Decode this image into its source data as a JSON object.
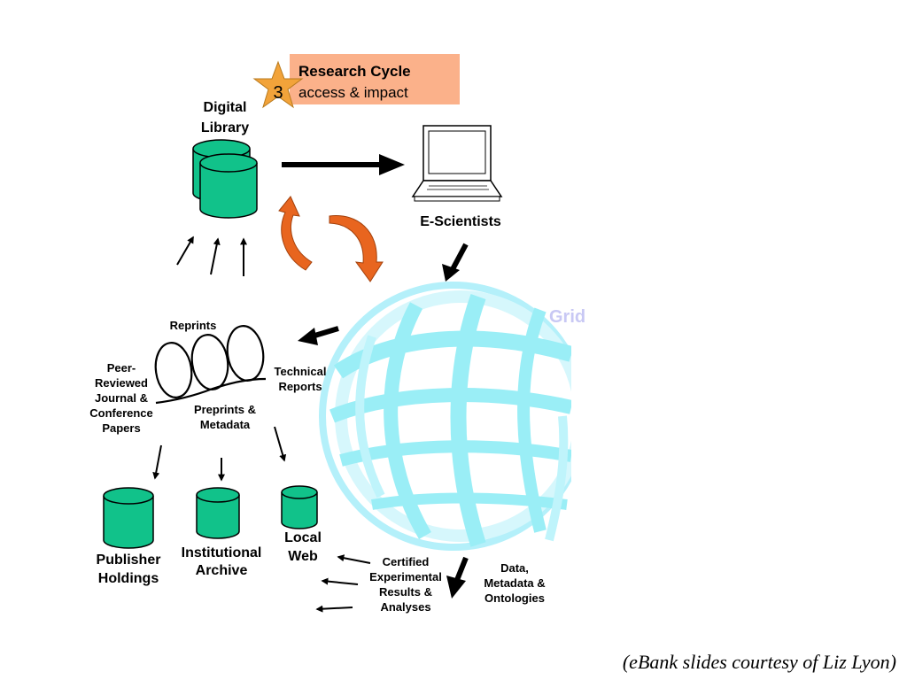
{
  "research_cycle": {
    "step_number": "3",
    "title": "Research Cycle",
    "subtitle": "access & impact"
  },
  "nodes": {
    "digital_library": [
      "Digital",
      "Library"
    ],
    "e_scientists": "E-Scientists",
    "grid": "Grid",
    "reprints": "Reprints",
    "peer_reviewed": [
      "Peer-",
      "Reviewed",
      "Journal &",
      "Conference",
      "Papers"
    ],
    "technical_reports": [
      "Technical",
      "Reports"
    ],
    "preprints": [
      "Preprints &",
      "Metadata"
    ],
    "publisher_holdings": [
      "Publisher",
      "Holdings"
    ],
    "institutional_archive": [
      "Institutional",
      "Archive"
    ],
    "local_web": [
      "Local",
      "Web"
    ],
    "certified_results": [
      "Certified",
      "Experimental",
      "Results &",
      "Analyses"
    ],
    "data_metadata": [
      "Data,",
      "Metadata &",
      "Ontologies"
    ]
  },
  "credit": "(eBank slides courtesy of Liz Lyon)",
  "colors": {
    "cylinder_fill": "#11c28a",
    "highlight_box": "#fbb18a",
    "star": "#f2a33a",
    "cycle_arrows": "#e8651f",
    "globe": "#aeeef8",
    "grid_text": "#c8c8f4"
  }
}
